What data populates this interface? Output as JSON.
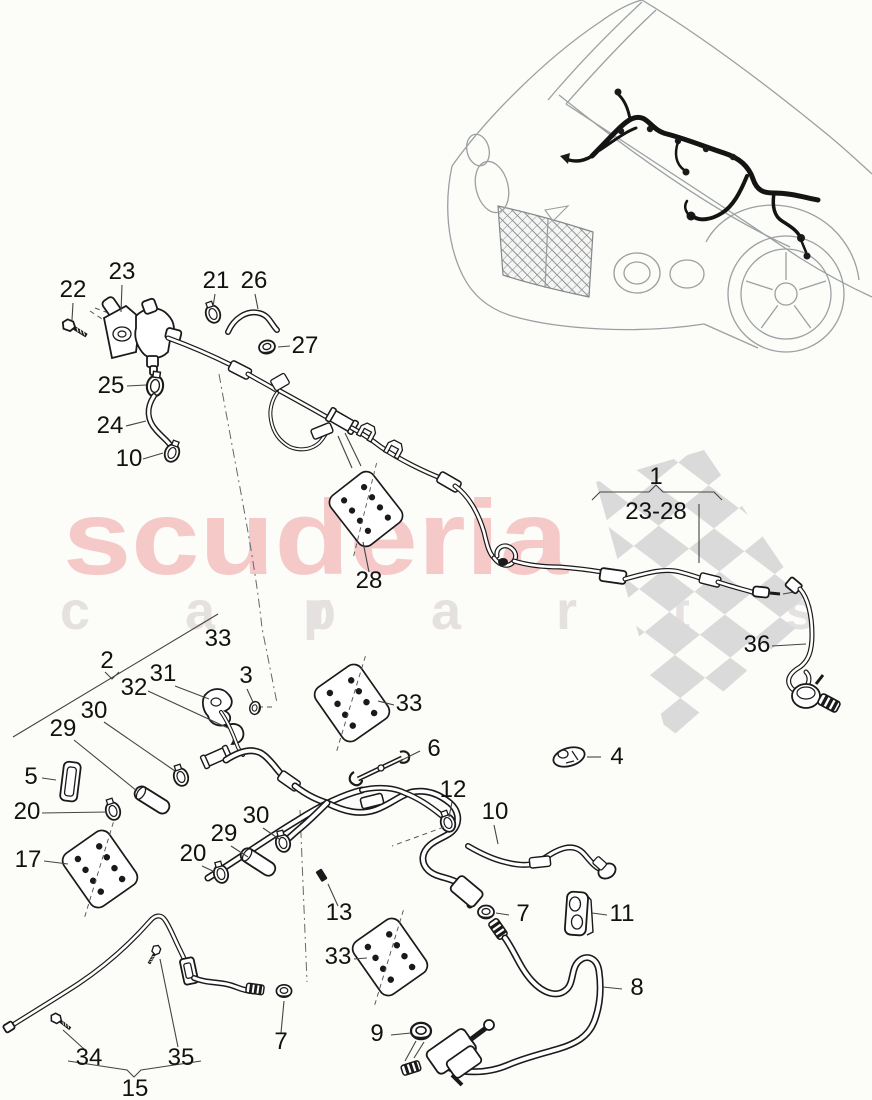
{
  "page": {
    "background_color": "#fcfcf9"
  },
  "watermark": {
    "brand": "scuderia",
    "tagline_left": "c a r",
    "tagline_right": "p a r t s",
    "brand_color": "#f6c9c9",
    "tagline_color": "#e5e1e1",
    "flag_color": "#dadada"
  },
  "diagram": {
    "line_color": "#1a1a1a",
    "car_outline_color": "#9aa0a3",
    "description_icons": [
      "car-front-illustration",
      "wiring-harness-icon",
      "checkered-flag-watermark"
    ]
  },
  "labels": [
    {
      "text": "22"
    },
    {
      "text": "23"
    },
    {
      "text": "21"
    },
    {
      "text": "26"
    },
    {
      "text": "27"
    },
    {
      "text": "25"
    },
    {
      "text": "24"
    },
    {
      "text": "10"
    },
    {
      "text": "1"
    },
    {
      "text": "23-28"
    },
    {
      "text": "28"
    },
    {
      "text": "36"
    },
    {
      "text": "33"
    },
    {
      "text": "2"
    },
    {
      "text": "31"
    },
    {
      "text": "3"
    },
    {
      "text": "32"
    },
    {
      "text": "30"
    },
    {
      "text": "29"
    },
    {
      "text": "5"
    },
    {
      "text": "20"
    },
    {
      "text": "17"
    },
    {
      "text": "33"
    },
    {
      "text": "6"
    },
    {
      "text": "4"
    },
    {
      "text": "12"
    },
    {
      "text": "10"
    },
    {
      "text": "30"
    },
    {
      "text": "29"
    },
    {
      "text": "20"
    },
    {
      "text": "13"
    },
    {
      "text": "7"
    },
    {
      "text": "11"
    },
    {
      "text": "33"
    },
    {
      "text": "8"
    },
    {
      "text": "9"
    },
    {
      "text": "7"
    },
    {
      "text": "34"
    },
    {
      "text": "35"
    },
    {
      "text": "15"
    }
  ]
}
